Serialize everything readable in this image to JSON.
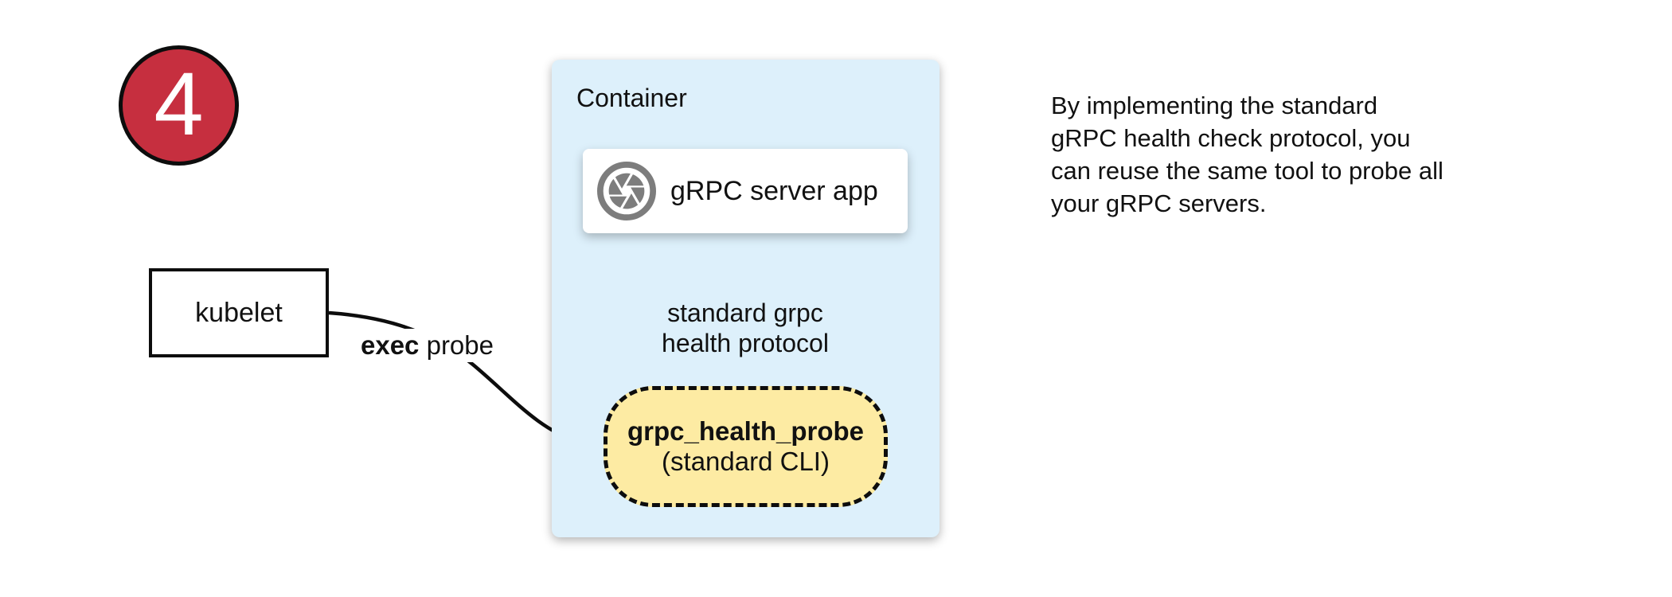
{
  "step_badge": {
    "number": "4"
  },
  "kubelet": {
    "label": "kubelet"
  },
  "exec_probe_label": {
    "bold": "exec",
    "rest": " probe"
  },
  "container": {
    "title": "Container",
    "server_app": {
      "label": "gRPC server app",
      "icon": "aperture-icon"
    },
    "protocol_arrow_label": "standard grpc\nhealth protocol",
    "probe": {
      "name": "grpc_health_probe",
      "subtitle": "(standard CLI)"
    }
  },
  "note": {
    "text": "By implementing the standard\ngRPC health check protocol, you\ncan reuse the same tool to probe all\nyour gRPC servers."
  },
  "colors": {
    "badge_red": "#C62F3F",
    "container_blue": "#DDF0FB",
    "probe_yellow": "#FDEBA3",
    "icon_gray": "#7D7D7D",
    "line_black": "#0d0d0d"
  }
}
